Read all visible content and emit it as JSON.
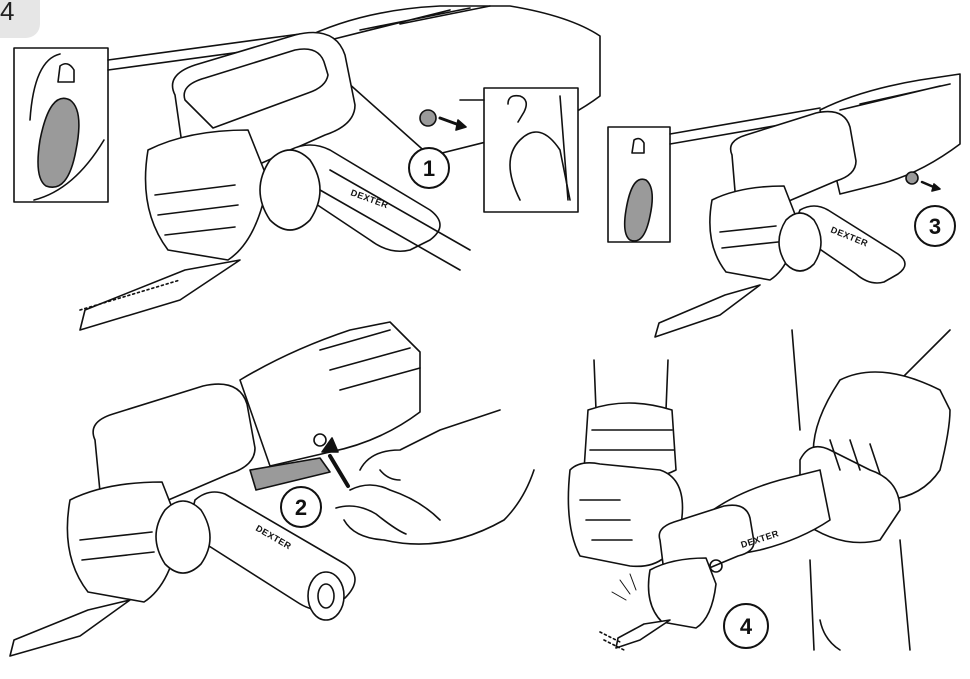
{
  "page": {
    "number": "4"
  },
  "steps": [
    {
      "label": "1"
    },
    {
      "label": "2"
    },
    {
      "label": "3"
    },
    {
      "label": "4"
    }
  ],
  "brand": {
    "text": "DEXTER"
  },
  "colors": {
    "line": "#111111",
    "fill": "#ffffff",
    "shade": "#9a9a9a",
    "tab": "#e6e6e6"
  }
}
